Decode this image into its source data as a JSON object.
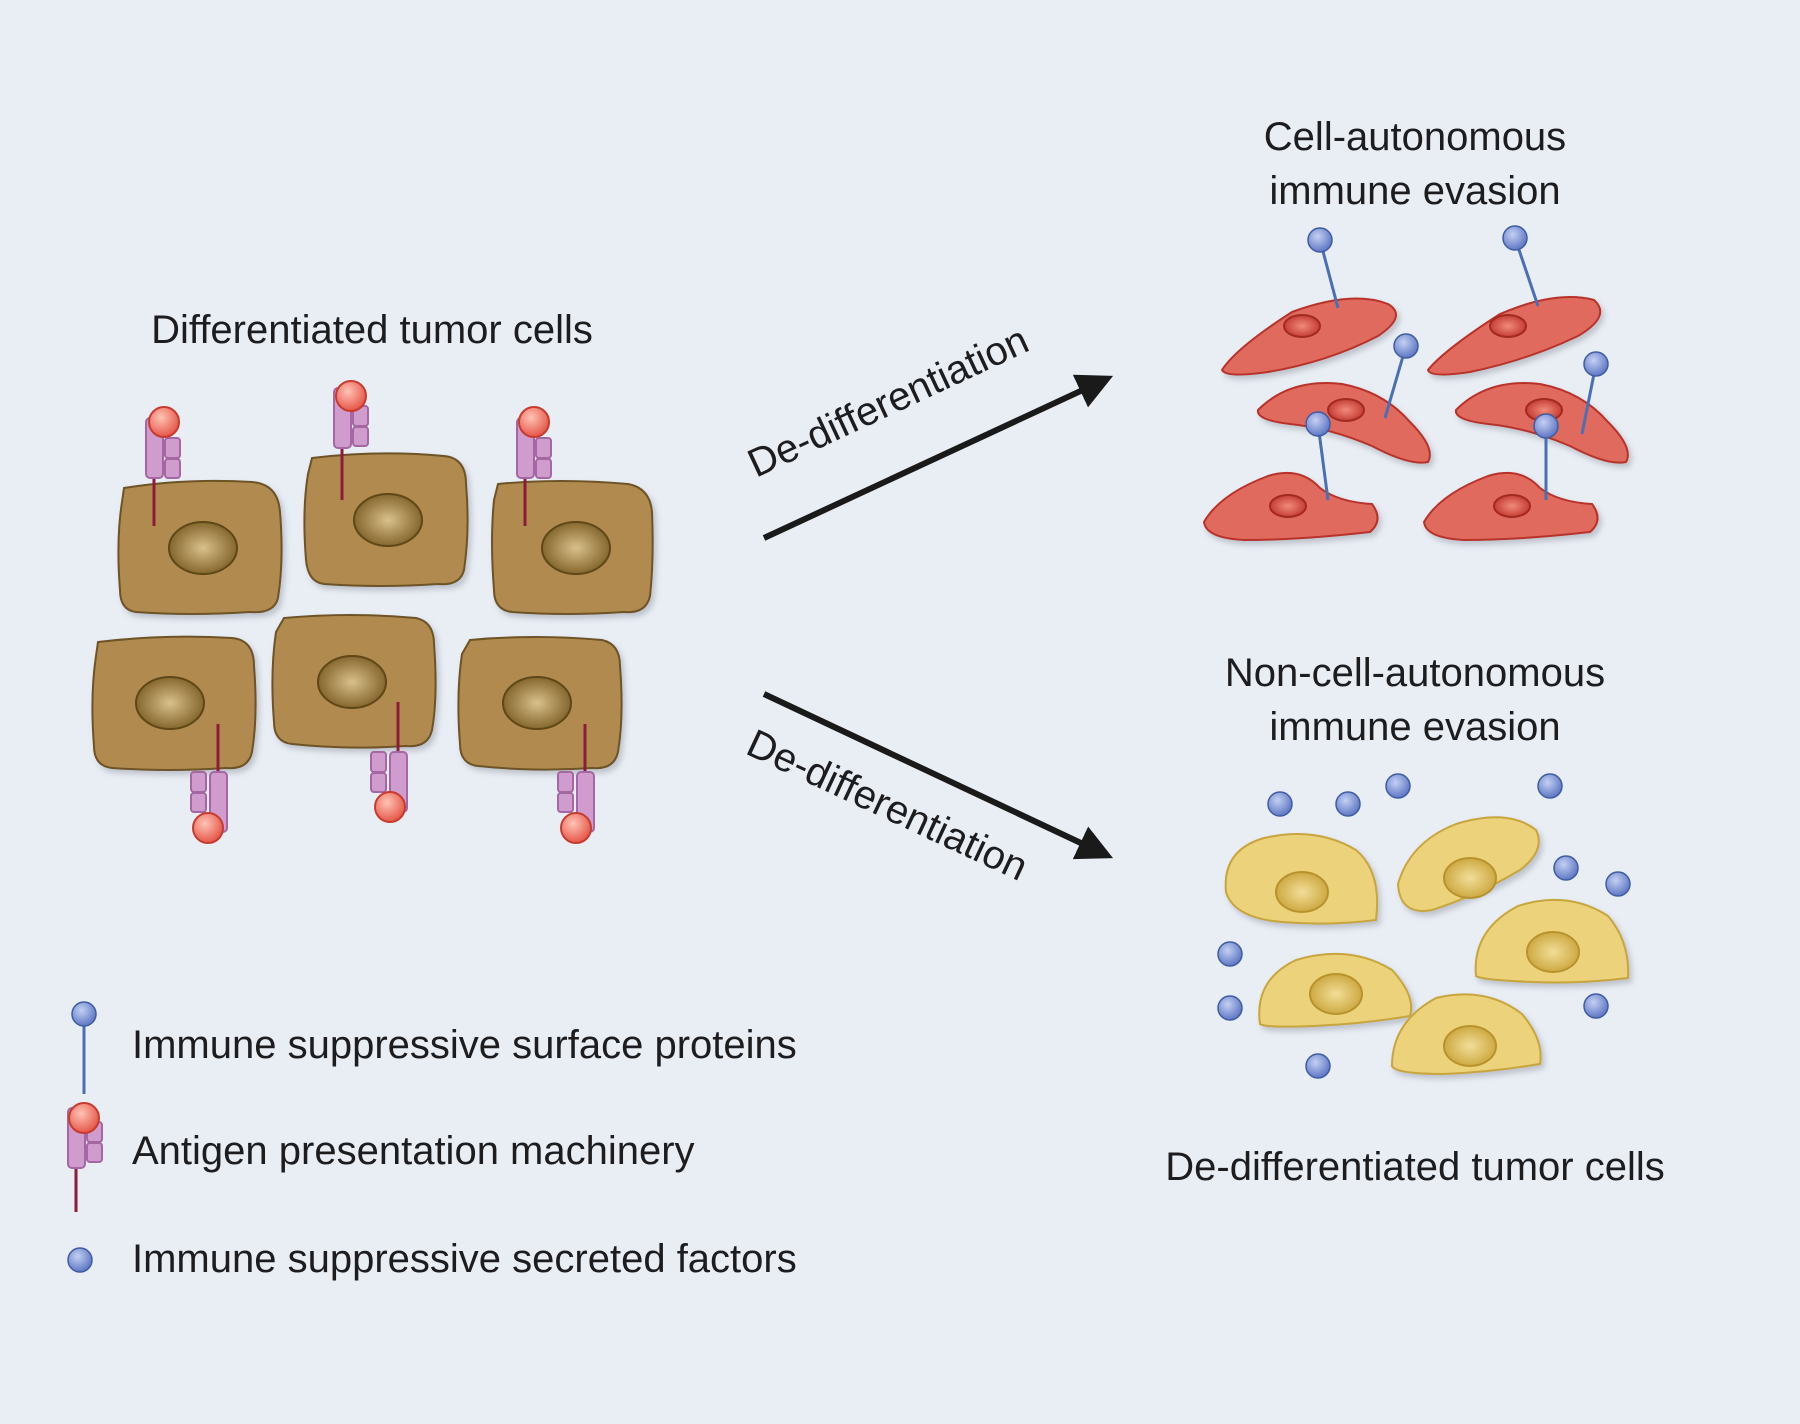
{
  "colors": {
    "background": "#e9edf4",
    "differentiated_cell_fill": "#b08a4f",
    "differentiated_cell_stroke": "#6e5325",
    "differentiated_nucleus": "#8a6b2d",
    "autonomous_cell_fill": "#e06b5d",
    "autonomous_cell_stroke": "#b8322b",
    "non_autonomous_cell_fill": "#ecd27a",
    "non_autonomous_cell_stroke": "#c8a53d",
    "receptor_fill": "#cf9ccd",
    "receptor_stroke": "#a467a3",
    "antigen_ball": "#ee7d6c",
    "stalk": "#8b1c3a",
    "blue_protein": "#7f93d2",
    "blue_stalk": "#4a6fb3",
    "arrow": "#1a1a1a"
  },
  "labels": {
    "differentiated": "Differentiated tumor cells",
    "arrow_top": "De-differentiation",
    "arrow_bottom": "De-differentiation",
    "cell_autonomous_line1": "Cell-autonomous",
    "cell_autonomous_line2": "immune evasion",
    "non_cell_autonomous_line1": "Non-cell-autonomous",
    "non_cell_autonomous_line2": "immune evasion",
    "dedifferentiated": "De-differentiated tumor cells"
  },
  "legend": [
    {
      "icon": "surface-protein-icon",
      "text": "Immune suppressive surface proteins"
    },
    {
      "icon": "antigen-presentation-icon",
      "text": "Antigen presentation machinery"
    },
    {
      "icon": "secreted-factor-icon",
      "text": "Immune suppressive secreted factors"
    }
  ]
}
